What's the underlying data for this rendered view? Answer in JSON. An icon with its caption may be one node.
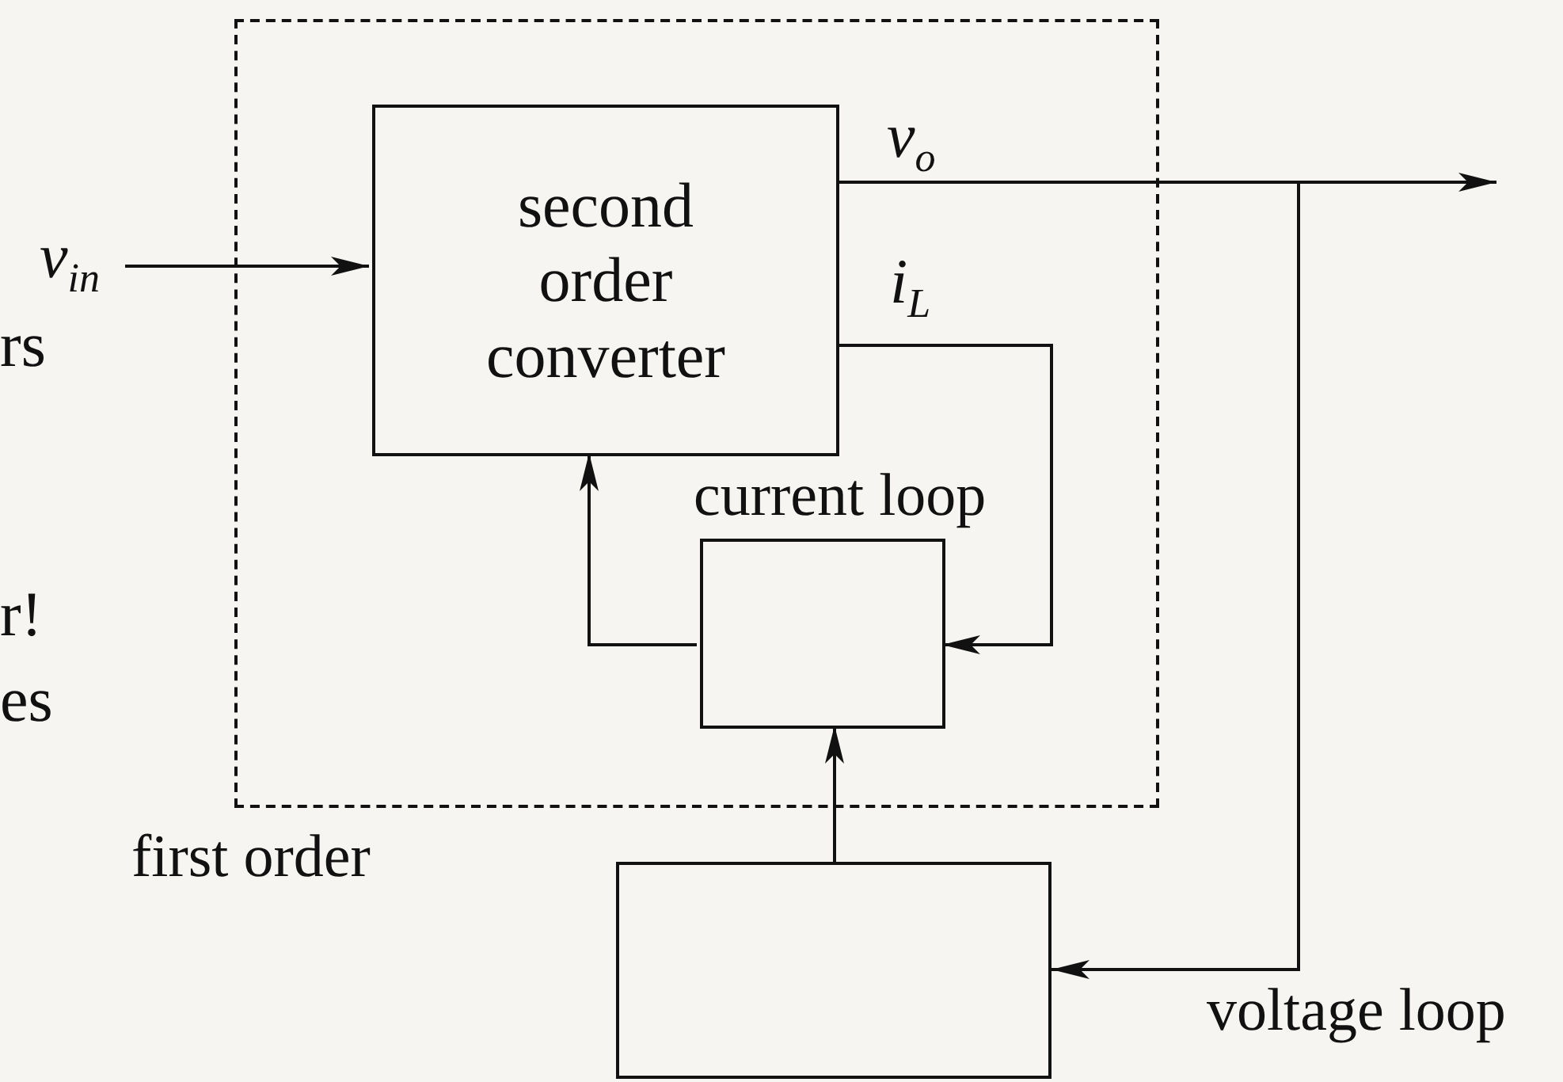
{
  "diagram": {
    "nodes": [
      {
        "text": [
          "first order"
        ]
      },
      {
        "text": [
          "second order converter"
        ],
        "in": 0
      },
      {
        "text": [
          "current loop"
        ],
        "in": 0
      },
      {
        "text": [],
        "shape": "box"
      },
      {
        "text": [
          "v$_{in}$"
        ]
      }
    ],
    "edges": [
      {
        "from": 4,
        "to": 1,
        "arrow": "to"
      },
      {
        "from": 1,
        "to": null,
        "arrow": "to",
        "label": "v$_{o}$"
      },
      {
        "from": 1,
        "to": 2,
        "arrow": "to",
        "label": "i$_{L}$"
      },
      {
        "from": 2,
        "to": 1,
        "arrow": "to"
      },
      {
        "from": 3,
        "to": 2,
        "arrow": "to"
      },
      {
        "from": 1,
        "to": 3,
        "arrow": "to",
        "label": "voltage loop"
      }
    ],
    "labels": [
      "rs",
      "r!",
      "es"
    ]
  }
}
